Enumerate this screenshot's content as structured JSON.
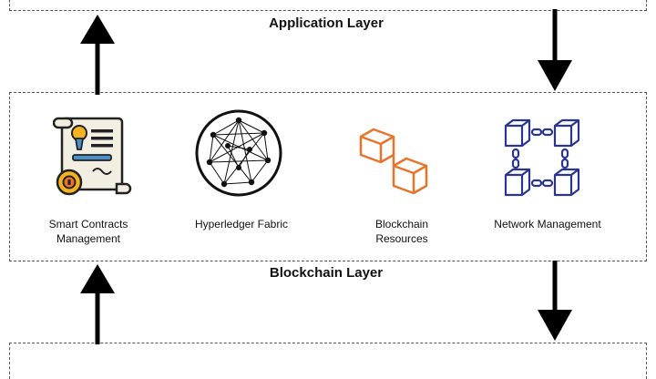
{
  "layers": {
    "application": "Application Layer",
    "blockchain": "Blockchain Layer"
  },
  "components": {
    "smart_contracts_line1": "Smart Contracts",
    "smart_contracts_line2": "Management",
    "hyperledger": "Hyperledger Fabric",
    "resources_line1": "Blockchain",
    "resources_line2": "Resources",
    "network": "Network Management"
  },
  "icons": [
    "smart-contract-icon",
    "hyperledger-fabric-icon",
    "blockchain-resources-icon",
    "network-chain-icon",
    "arrow-up-icon",
    "arrow-down-icon"
  ],
  "colors": {
    "resources_orange": "#e8742a",
    "network_blue": "#2a3590",
    "contract_yellow": "#f5b321",
    "contract_blue": "#4a90c8"
  }
}
